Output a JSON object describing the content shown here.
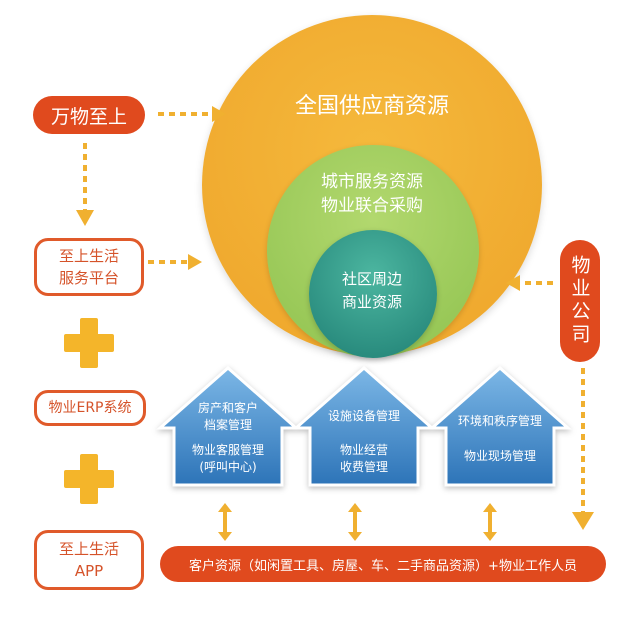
{
  "circles": {
    "outer": {
      "label": "全国供应商资源"
    },
    "middle": {
      "line1": "城市服务资源",
      "line2": "物业联合采购"
    },
    "inner": {
      "line1": "社区周边",
      "line2": "商业资源"
    }
  },
  "left": {
    "brand": "万物至上",
    "platform": {
      "line1": "至上生活",
      "line2": "服务平台"
    },
    "erp": "物业ERP系统",
    "app": {
      "line1": "至上生活",
      "line2": "APP"
    }
  },
  "right": {
    "company": "物业公司"
  },
  "houses": [
    {
      "line1": "房产和客户",
      "line2": "档案管理",
      "line3": "物业客服管理",
      "line4": "(呼叫中心)"
    },
    {
      "line1": "设施设备管理",
      "line2": "物业经营",
      "line3": "收费管理"
    },
    {
      "line1": "环境和秩序管理",
      "line2": "物业现场管理"
    }
  ],
  "bottom_bar": "客户资源（如闲置工具、房屋、车、二手商品资源）+物业工作人员",
  "colors": {
    "orange": "#f0ac2e",
    "green": "#9dcb5c",
    "teal": "#2f9c8c",
    "red": "#e04a1e",
    "blue": "#3d86c6"
  }
}
